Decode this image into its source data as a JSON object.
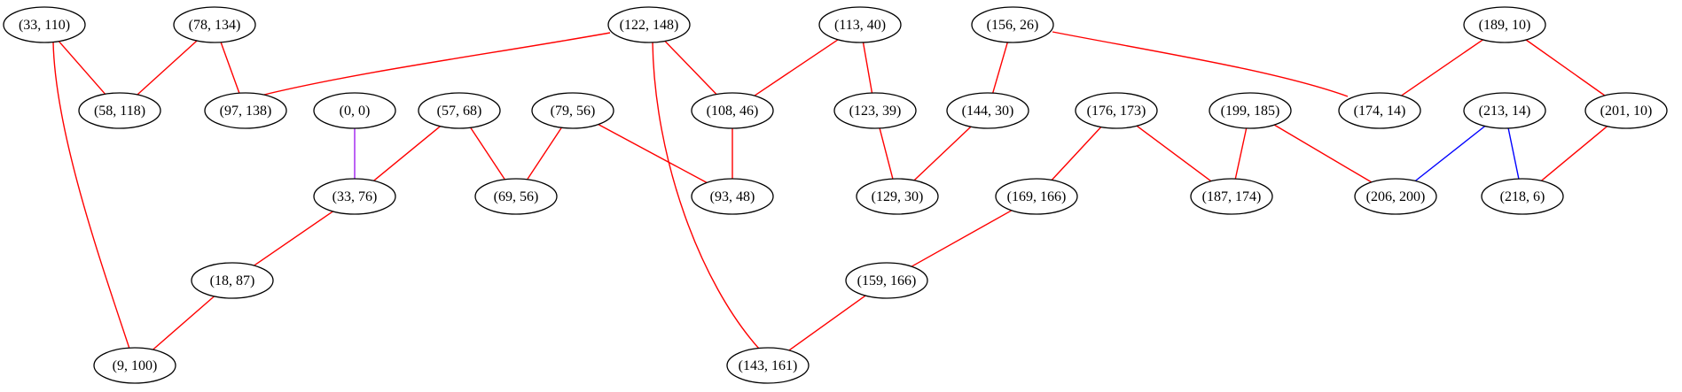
{
  "colors": {
    "red_edge": "#ff0000",
    "blue_edge": "#0000ff",
    "purple_edge": "#a020f0",
    "node_stroke": "#000000"
  },
  "nodes": [
    {
      "id": "n33_110",
      "label": "(33, 110)"
    },
    {
      "id": "n78_134",
      "label": "(78, 134)"
    },
    {
      "id": "n122_148",
      "label": "(122, 148)"
    },
    {
      "id": "n113_40",
      "label": "(113, 40)"
    },
    {
      "id": "n156_26",
      "label": "(156, 26)"
    },
    {
      "id": "n189_10",
      "label": "(189, 10)"
    },
    {
      "id": "n58_118",
      "label": "(58, 118)"
    },
    {
      "id": "n97_138",
      "label": "(97, 138)"
    },
    {
      "id": "n0_0",
      "label": "(0, 0)"
    },
    {
      "id": "n57_68",
      "label": "(57, 68)"
    },
    {
      "id": "n79_56",
      "label": "(79, 56)"
    },
    {
      "id": "n108_46",
      "label": "(108, 46)"
    },
    {
      "id": "n123_39",
      "label": "(123, 39)"
    },
    {
      "id": "n144_30",
      "label": "(144, 30)"
    },
    {
      "id": "n176_173",
      "label": "(176, 173)"
    },
    {
      "id": "n199_185",
      "label": "(199, 185)"
    },
    {
      "id": "n174_14",
      "label": "(174, 14)"
    },
    {
      "id": "n213_14",
      "label": "(213, 14)"
    },
    {
      "id": "n201_10",
      "label": "(201, 10)"
    },
    {
      "id": "n33_76",
      "label": "(33, 76)"
    },
    {
      "id": "n69_56",
      "label": "(69, 56)"
    },
    {
      "id": "n93_48",
      "label": "(93, 48)"
    },
    {
      "id": "n129_30",
      "label": "(129, 30)"
    },
    {
      "id": "n169_166",
      "label": "(169, 166)"
    },
    {
      "id": "n187_174",
      "label": "(187, 174)"
    },
    {
      "id": "n206_200",
      "label": "(206, 200)"
    },
    {
      "id": "n218_6",
      "label": "(218, 6)"
    },
    {
      "id": "n18_87",
      "label": "(18, 87)"
    },
    {
      "id": "n159_166",
      "label": "(159, 166)"
    },
    {
      "id": "n9_100",
      "label": "(9, 100)"
    },
    {
      "id": "n143_161",
      "label": "(143, 161)"
    }
  ],
  "edges": [
    {
      "from": "n33_110",
      "to": "n58_118",
      "color": "red"
    },
    {
      "from": "n33_110",
      "to": "n9_100",
      "color": "red"
    },
    {
      "from": "n78_134",
      "to": "n58_118",
      "color": "red"
    },
    {
      "from": "n78_134",
      "to": "n97_138",
      "color": "red"
    },
    {
      "from": "n122_148",
      "to": "n97_138",
      "color": "red"
    },
    {
      "from": "n122_148",
      "to": "n108_46",
      "color": "red"
    },
    {
      "from": "n122_148",
      "to": "n143_161",
      "color": "red"
    },
    {
      "from": "n113_40",
      "to": "n108_46",
      "color": "red"
    },
    {
      "from": "n113_40",
      "to": "n123_39",
      "color": "red"
    },
    {
      "from": "n156_26",
      "to": "n144_30",
      "color": "red"
    },
    {
      "from": "n156_26",
      "to": "n174_14",
      "color": "red"
    },
    {
      "from": "n189_10",
      "to": "n174_14",
      "color": "red"
    },
    {
      "from": "n189_10",
      "to": "n201_10",
      "color": "red"
    },
    {
      "from": "n0_0",
      "to": "n33_76",
      "color": "purple"
    },
    {
      "from": "n57_68",
      "to": "n33_76",
      "color": "red"
    },
    {
      "from": "n57_68",
      "to": "n69_56",
      "color": "red"
    },
    {
      "from": "n79_56",
      "to": "n69_56",
      "color": "red"
    },
    {
      "from": "n79_56",
      "to": "n93_48",
      "color": "red"
    },
    {
      "from": "n108_46",
      "to": "n93_48",
      "color": "red"
    },
    {
      "from": "n123_39",
      "to": "n129_30",
      "color": "red"
    },
    {
      "from": "n144_30",
      "to": "n129_30",
      "color": "red"
    },
    {
      "from": "n176_173",
      "to": "n169_166",
      "color": "red"
    },
    {
      "from": "n176_173",
      "to": "n187_174",
      "color": "red"
    },
    {
      "from": "n199_185",
      "to": "n187_174",
      "color": "red"
    },
    {
      "from": "n199_185",
      "to": "n206_200",
      "color": "red"
    },
    {
      "from": "n213_14",
      "to": "n206_200",
      "color": "blue"
    },
    {
      "from": "n213_14",
      "to": "n218_6",
      "color": "blue"
    },
    {
      "from": "n201_10",
      "to": "n218_6",
      "color": "red"
    },
    {
      "from": "n33_76",
      "to": "n18_87",
      "color": "red"
    },
    {
      "from": "n18_87",
      "to": "n9_100",
      "color": "red"
    },
    {
      "from": "n169_166",
      "to": "n159_166",
      "color": "red"
    },
    {
      "from": "n159_166",
      "to": "n143_161",
      "color": "red"
    }
  ]
}
